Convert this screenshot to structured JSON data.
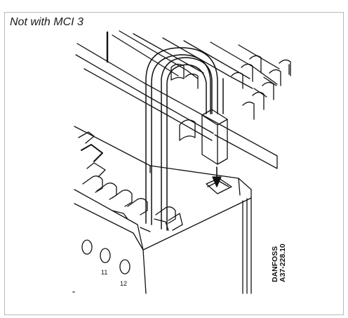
{
  "caption": "Not with MCI 3",
  "terminal_labels": [
    "11",
    "12"
  ],
  "drawing_code": {
    "line1": "DANFOSS",
    "line2": "A37-228.10"
  },
  "colors": {
    "line": "#111111",
    "frame": "#b8b8b8",
    "background": "#ffffff"
  }
}
